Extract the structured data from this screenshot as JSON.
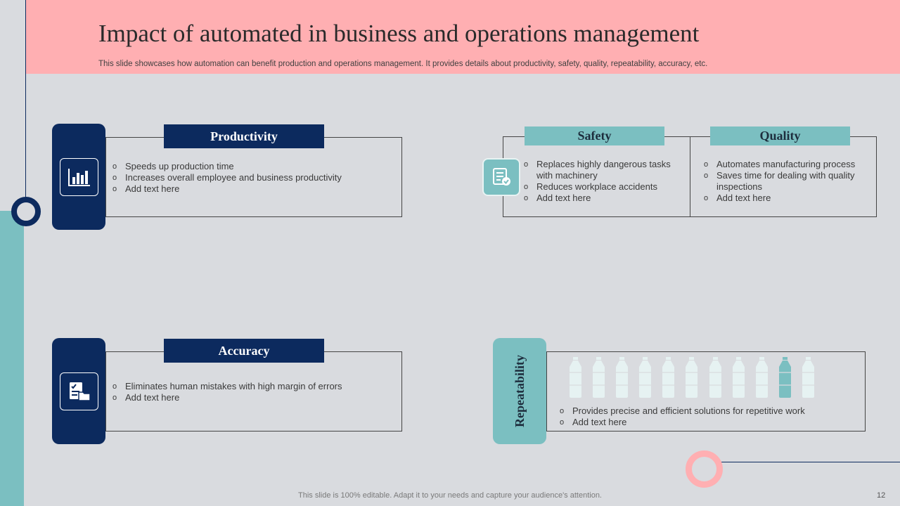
{
  "header": {
    "title": "Impact of automated in business and operations management",
    "subtitle": "This slide showcases how automation can benefit production and operations management. It provides details about productivity, safety, quality, repeatability, accuracy, etc."
  },
  "productivity": {
    "heading": "Productivity",
    "icon": "bar-chart-icon",
    "bullets": [
      "Speeds up production time",
      "Increases overall employee and business productivity",
      "Add text here"
    ]
  },
  "safety": {
    "heading": "Safety",
    "icon": "safety-document-icon",
    "bullets": [
      "Replaces highly dangerous tasks with machinery",
      "Reduces workplace accidents",
      "Add text here"
    ]
  },
  "quality": {
    "heading": "Quality",
    "bullets": [
      "Automates manufacturing process",
      "Saves time for dealing with quality inspections",
      "Add text here"
    ]
  },
  "accuracy": {
    "heading": "Accuracy",
    "icon": "checklist-folder-icon",
    "bullets": [
      "Eliminates human mistakes with high margin of errors",
      "Add text here"
    ]
  },
  "repeatability": {
    "heading": "Repeatability",
    "bottles_total": 11,
    "highlighted_bottle": 10,
    "bullets": [
      "Provides precise and efficient solutions for repetitive work",
      "Add text here"
    ]
  },
  "footer": {
    "note": "This slide is 100% editable. Adapt it to your needs and capture your audience's attention.",
    "page": "12"
  },
  "colors": {
    "navy": "#0c2a5e",
    "teal": "#7bbfc1",
    "pink": "#ffafb2",
    "background": "#d9dbdf"
  }
}
